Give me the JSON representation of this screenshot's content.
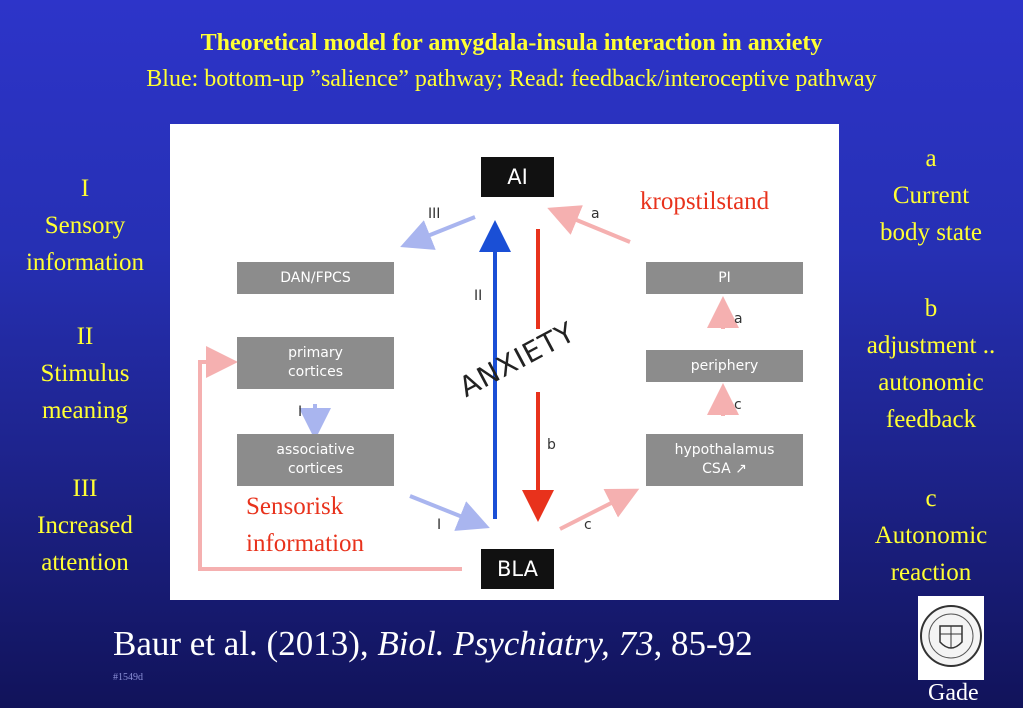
{
  "title": "Theoretical model for amygdala-insula interaction in anxiety",
  "subtitle": "Blue: bottom-up ”salience” pathway; Read: feedback/interoceptive pathway",
  "left_list": [
    {
      "numeral": "I",
      "line1": "Sensory",
      "line2": "information"
    },
    {
      "numeral": "II",
      "line1": "Stimulus",
      "line2": "meaning"
    },
    {
      "numeral": "III",
      "line1": "Increased",
      "line2": "attention"
    }
  ],
  "right_list": [
    {
      "letter": "a",
      "line1": "Current",
      "line2": "body state"
    },
    {
      "letter": "b",
      "line1": "adjustment ..",
      "line2": "autonomic",
      "line3": "feedback"
    },
    {
      "letter": "c",
      "line1": "Autonomic",
      "line2": "reaction"
    }
  ],
  "diagram": {
    "ai": "AI",
    "bla": "BLA",
    "dan": "DAN/FPCS",
    "primary": [
      "primary",
      "cortices"
    ],
    "associative": [
      "associative",
      "cortices"
    ],
    "pi": "PI",
    "periphery": "periphery",
    "hypothalamus": [
      "hypothalamus",
      "CSA ↗"
    ],
    "anxiety": "ANXIETY",
    "labels": {
      "iii": "III",
      "a_top": "a",
      "ii": "II",
      "i_mid": "I",
      "a_mid": "a",
      "c_mid": "c",
      "b": "b",
      "i_bottom": "I",
      "c_bottom": "c"
    },
    "kropstilstand": "kropstilstand",
    "sensorisk": [
      "Sensorisk",
      "information"
    ]
  },
  "citation": {
    "authors": "Baur et al. (2013), ",
    "journal": "Biol. Psychiatry, 73",
    "pages": ", 85-92"
  },
  "slide_id": "#1549d",
  "logo_caption": "Gade",
  "colors": {
    "title": "#ffff33",
    "blue_path": "#1a4fd6",
    "red_path": "#e8321c",
    "box": "#8c8c8c"
  }
}
